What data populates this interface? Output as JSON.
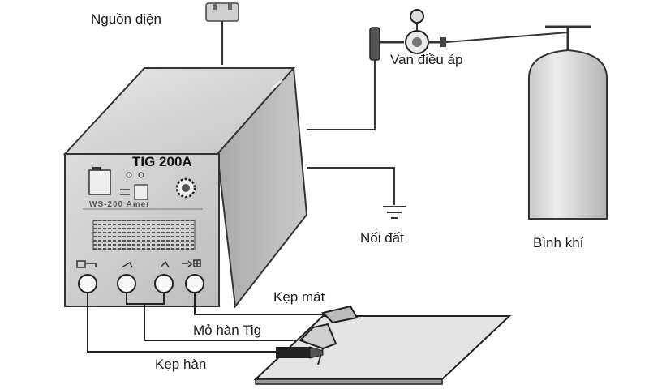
{
  "machine": {
    "model": "TIG 200A",
    "brand_plate": "WS-200 Amer"
  },
  "labels": {
    "power": "Nguồn điện",
    "regulator": "Van điều áp",
    "ground": "Nối đất",
    "gas_cylinder": "Bình khí",
    "clamp_ground": "Kẹp mát",
    "tig_torch": "Mỏ hàn Tig",
    "electrode_clamp": "Kẹp hàn"
  }
}
